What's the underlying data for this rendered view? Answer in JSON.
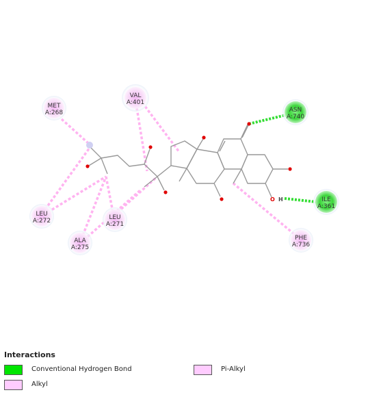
{
  "residues": [
    {
      "id": "MET",
      "num": "A:268",
      "type": "alkyl"
    },
    {
      "id": "VAL",
      "num": "A:401",
      "type": "alkyl"
    },
    {
      "id": "ASN",
      "num": "A:740",
      "type": "hbond"
    },
    {
      "id": "ILE",
      "num": "A:361",
      "type": "hbond"
    },
    {
      "id": "LEU",
      "num": "A:272",
      "type": "alkyl"
    },
    {
      "id": "LEU",
      "num": "A:271",
      "type": "alkyl"
    },
    {
      "id": "ALA",
      "num": "A:275",
      "type": "alkyl"
    },
    {
      "id": "PHE",
      "num": "A:736",
      "type": "alkyl"
    }
  ],
  "atom_labels": {
    "hydroxyl_o": "O",
    "hydroxyl_h": "H"
  },
  "legend": {
    "title": "Interactions",
    "items": [
      {
        "label": "Conventional Hydrogen Bond",
        "color": "#00e600"
      },
      {
        "label": "Alkyl",
        "color": "#ffccff"
      },
      {
        "label": "Pi-Alkyl",
        "color": "#ffccff"
      }
    ]
  },
  "colors": {
    "hbond": "#33dd33",
    "alkyl": "#ffb3f0",
    "bond": "#999999",
    "oxygen": "#e00000"
  }
}
